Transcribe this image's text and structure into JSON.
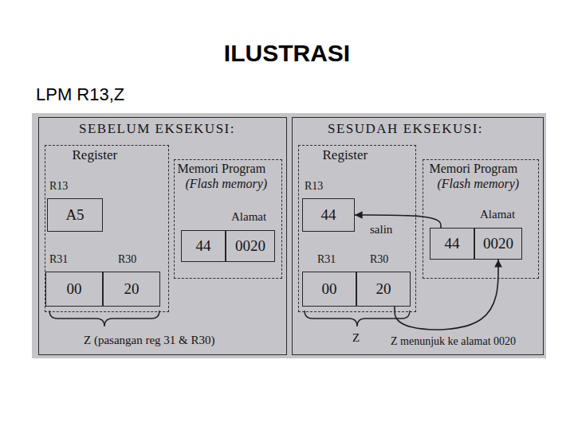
{
  "diagram": {
    "title": "ILUSTRASI",
    "nodes": [
      {
        "text": [
          "SEBELUM EKSEKUSI:"
        ]
      },
      {
        "text": [
          "Register"
        ],
        "in": 0
      },
      {
        "text": [
          "R13",
          "A5"
        ],
        "in": 1
      },
      {
        "text": [
          "R31",
          "00"
        ],
        "in": 1
      },
      {
        "text": [
          "R30",
          "20"
        ],
        "in": 1
      },
      {
        "text": [
          "Memori Program",
          "(Flash memory)"
        ],
        "in": 0
      },
      {
        "text": [
          "44"
        ],
        "in": 5
      },
      {
        "text": [
          "Alamat",
          "0020"
        ],
        "in": 5
      },
      {
        "text": [
          "SESUDAH EKSEKUSI:"
        ]
      },
      {
        "text": [
          "Register"
        ],
        "in": 8
      },
      {
        "text": [
          "R13",
          "44"
        ],
        "in": 9
      },
      {
        "text": [
          "R31",
          "00"
        ],
        "in": 9
      },
      {
        "text": [
          "R30",
          "20"
        ],
        "in": 9
      },
      {
        "text": [
          "Memori Program",
          "(Flash memory)"
        ],
        "in": 8
      },
      {
        "text": [
          "44"
        ],
        "in": 13
      },
      {
        "text": [
          "Alamat",
          "0020"
        ],
        "in": 13
      }
    ],
    "edges": [
      {
        "from": 14,
        "to": 10,
        "label": "salin",
        "arrow": "to"
      },
      {
        "from": 12,
        "to": 15,
        "label": "Z menunjuk ke alamat 0020",
        "arrow": "to"
      }
    ],
    "labels": [
      "LPM R13,Z",
      "Z (pasangan reg 31 & R30)",
      "Z"
    ]
  }
}
